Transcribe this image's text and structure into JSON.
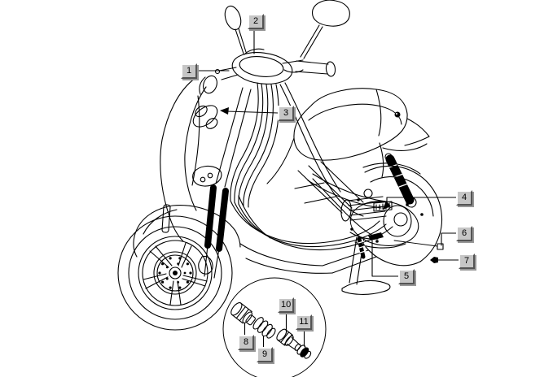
{
  "figure": {
    "kind": "scooter-parts-exploded-diagram",
    "background_color": "#ffffff",
    "line_color": "#000000",
    "callout_face_color": "#c6c6c6",
    "callout_highlight_color": "#ffffff",
    "callout_edge_color": "#545454",
    "callout_shadow_color": "#979797",
    "callouts": [
      {
        "label": "1"
      },
      {
        "label": "2"
      },
      {
        "label": "3"
      },
      {
        "label": "4"
      },
      {
        "label": "5"
      },
      {
        "label": "6"
      },
      {
        "label": "7"
      },
      {
        "label": "8"
      },
      {
        "label": "9"
      },
      {
        "label": "10"
      },
      {
        "label": "11"
      }
    ]
  }
}
